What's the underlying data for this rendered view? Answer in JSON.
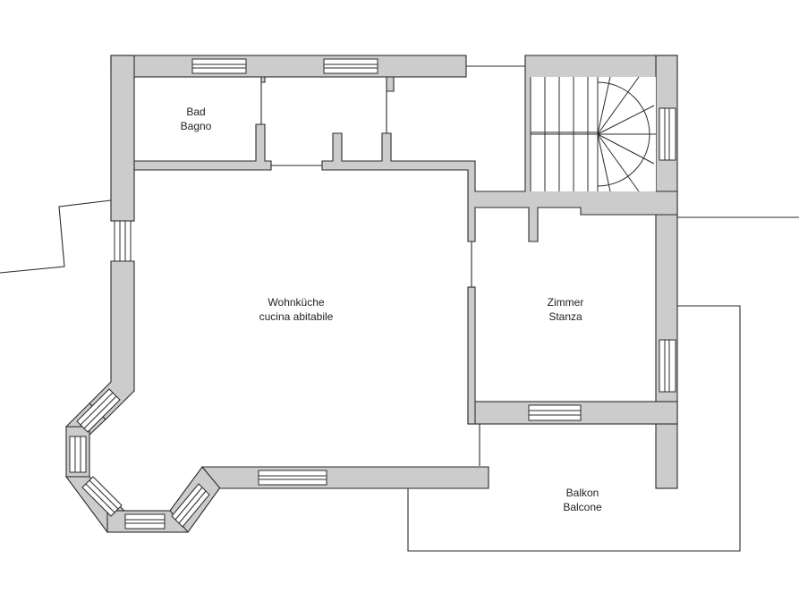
{
  "rooms": [
    {
      "id": "bad",
      "line1": "Bad",
      "line2": "Bagno"
    },
    {
      "id": "wohnkueche",
      "line1": "Wohnküche",
      "line2": "cucina abitabile"
    },
    {
      "id": "zimmer",
      "line1": "Zimmer",
      "line2": "Stanza"
    },
    {
      "id": "balkon",
      "line1": "Balkon",
      "line2": "Balcone"
    }
  ]
}
